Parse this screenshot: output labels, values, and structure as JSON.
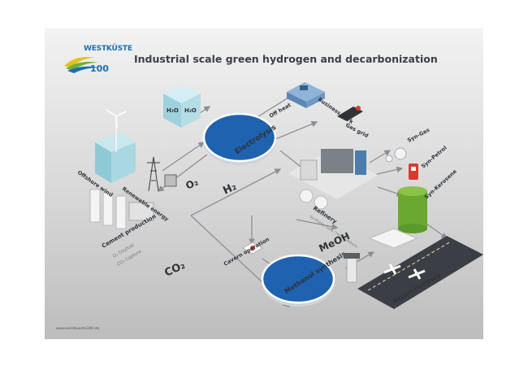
{
  "header": {
    "logo_text": "WESTKÜSTE",
    "logo_number": "100",
    "title": "Industrial scale green hydrogen and decarbonization"
  },
  "nodes": {
    "electrolysis": "Electrolysis",
    "methanol": "Methanol synthesis",
    "offshore_wind": "Offshore wind",
    "renewable_energy": "Renewable energy",
    "off_heat": "Off heat",
    "business_park": "Business park",
    "gas_grid": "Gas grid",
    "refinery": "Refinery",
    "refinery_sub": "Synthetic fuels / Hydrocarbons",
    "syn_gas": "Syn-Gas",
    "syn_petrol": "Syn-Petrol",
    "syn_kerosene": "Syn-Kerosene",
    "cement": "Cement production",
    "cement_o2": "O₂ Oxyfuel",
    "cement_co2": "CO₂ Capture",
    "cavern": "Cavern operation",
    "airport": "Airport Hamburg",
    "h2o_1": "H₂O",
    "h2o_2": "H₂O"
  },
  "streams": {
    "o2": "O₂",
    "h2": "H₂",
    "co2": "CO₂",
    "meoh": "MeOH"
  },
  "footer": "www.westkueste100.de",
  "colors": {
    "accent_blue": "#1e62b0",
    "flow_gray": "#8a8f95",
    "kerosene_green": "#6aa832",
    "syn_petrol_red": "#d83a2e"
  }
}
